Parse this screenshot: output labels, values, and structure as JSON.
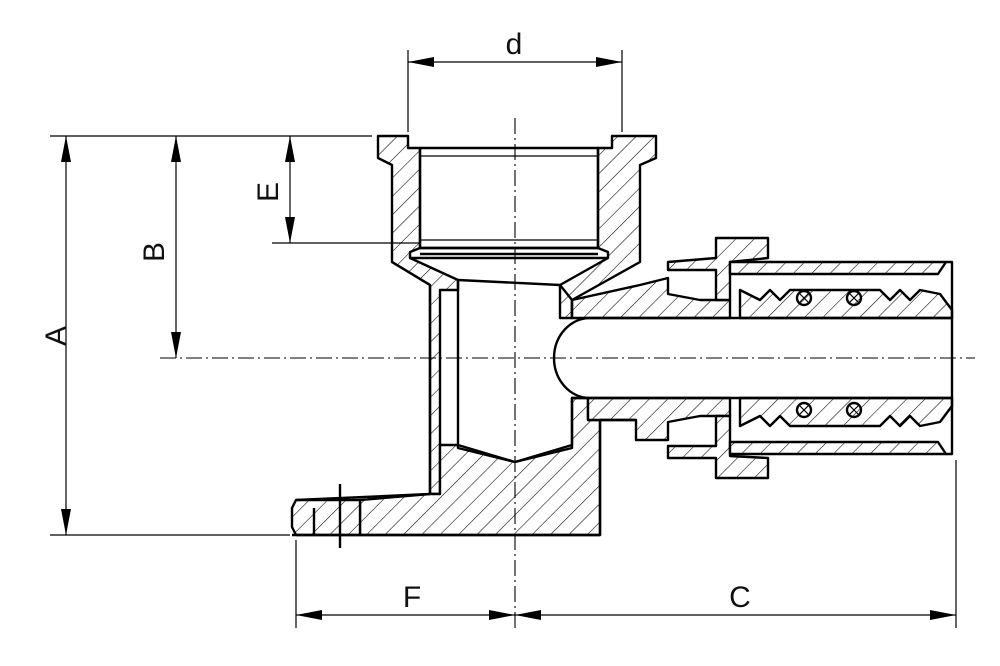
{
  "labels": {
    "A": "A",
    "B": "B",
    "C": "C",
    "d": "d",
    "E": "E",
    "F": "F"
  },
  "colors": {
    "ink": "#000000",
    "paper": "#ffffff"
  }
}
